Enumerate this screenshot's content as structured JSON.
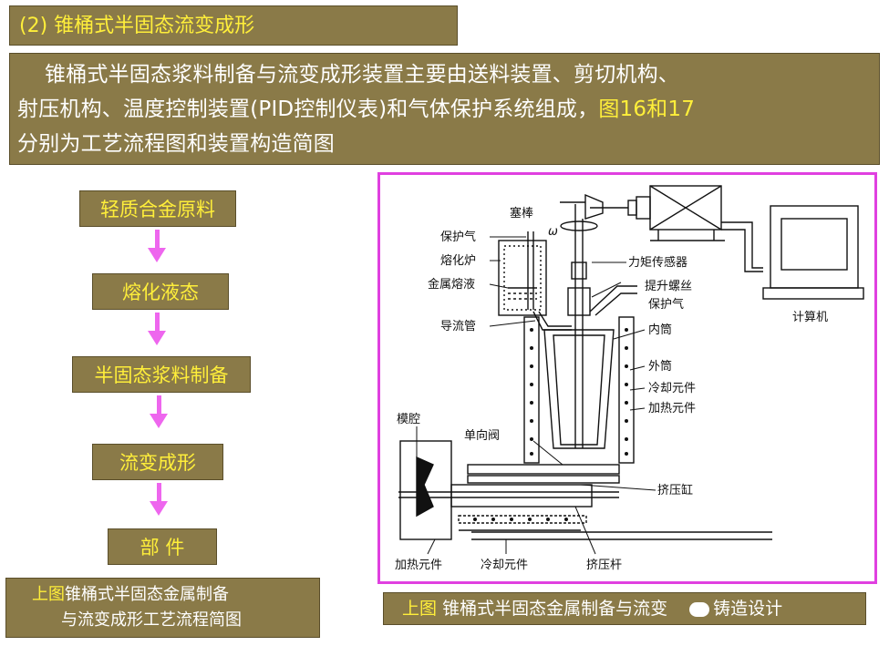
{
  "title": "(2) 锥桶式半固态流变成形",
  "intro": {
    "line1": "锥桶式半固态浆料制备与流变成形装置主要由送料装置、剪切机构、",
    "line2a": "射压机构、温度控制装置(PID控制仪表)和气体保护系统组成，",
    "line2b": "图16和17",
    "line3": "分别为工艺流程图和装置构造简图"
  },
  "flow": {
    "steps": [
      "轻质合金原料",
      "熔化液态",
      "半固态浆料制备",
      "流变成形",
      "部 件"
    ]
  },
  "captions": {
    "left_prefix": "上图",
    "left_line1": "锥桶式半固态金属制备",
    "left_line2": "与流变成形工艺流程简图",
    "right_prefix": "上图",
    "right_text": "锥桶式半固态金属制备与流变",
    "watermark": "铸造设计"
  },
  "diagram": {
    "labels": {
      "plug_rod": "塞棒",
      "omega": "ω",
      "protect_gas_left": "保护气",
      "furnace": "熔化炉",
      "molten_metal": "金属熔液",
      "guide_tube": "导流管",
      "torque_sensor": "力矩传感器",
      "lift_screw": "提升螺丝",
      "protect_gas_right": "保护气",
      "inner_barrel": "内筒",
      "outer_barrel": "外筒",
      "cooling_right": "冷却元件",
      "heating_right": "加热元件",
      "mold_cavity": "模腔",
      "check_valve": "单向阀",
      "extrusion_cylinder": "挤压缸",
      "heating_bottom": "加热元件",
      "cooling_bottom": "冷却元件",
      "extrusion_rod": "挤压杆",
      "computer": "计算机"
    }
  },
  "colors": {
    "panel": "#8a7a48",
    "highlight": "#ffef3a",
    "arrow": "#ee66ee",
    "frame": "#e040e0"
  }
}
